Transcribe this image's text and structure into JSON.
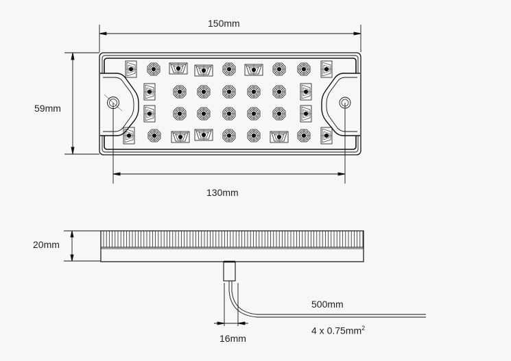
{
  "diagram": {
    "type": "technical-drawing",
    "subject": "LED lamp dimensions",
    "dimensions": {
      "overall_width": "150mm",
      "mount_hole_spacing": "130mm",
      "height": "59mm",
      "depth": "20mm",
      "connector_width": "16mm",
      "cable_length": "500mm",
      "cable_spec_prefix": "4 x 0.75mm",
      "cable_spec_superscript": "2"
    },
    "led_grid": {
      "columns": 9,
      "rows": 4
    },
    "colors": {
      "background": "#f7f7f7",
      "line": "#111111",
      "text": "#222222"
    }
  }
}
